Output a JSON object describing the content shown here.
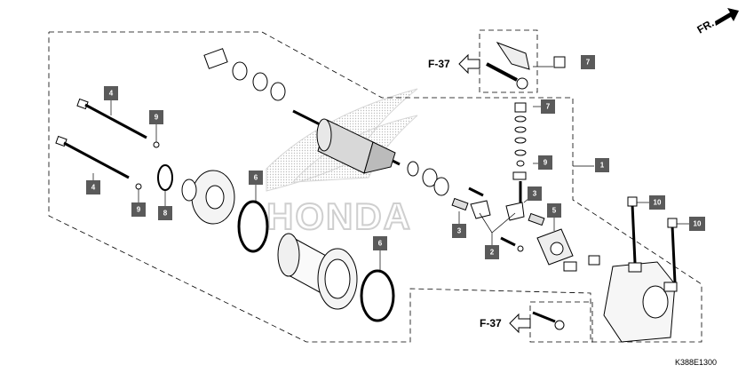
{
  "diagram": {
    "watermark": "HONDA",
    "direction_label": "FR.",
    "figure_code": "K388E1300",
    "refs": [
      {
        "id": "ref-top",
        "text": "F-37"
      },
      {
        "id": "ref-bottom",
        "text": "F-37"
      }
    ],
    "callouts": [
      {
        "id": "c1",
        "num": "1"
      },
      {
        "id": "c2",
        "num": "2"
      },
      {
        "id": "c3a",
        "num": "3"
      },
      {
        "id": "c3b",
        "num": "3"
      },
      {
        "id": "c4a",
        "num": "4"
      },
      {
        "id": "c4b",
        "num": "4"
      },
      {
        "id": "c5",
        "num": "5"
      },
      {
        "id": "c6a",
        "num": "6"
      },
      {
        "id": "c6b",
        "num": "6"
      },
      {
        "id": "c7a",
        "num": "7"
      },
      {
        "id": "c7b",
        "num": "7"
      },
      {
        "id": "c8",
        "num": "8"
      },
      {
        "id": "c9a",
        "num": "9"
      },
      {
        "id": "c9b",
        "num": "9"
      },
      {
        "id": "c9c",
        "num": "9"
      },
      {
        "id": "c10a",
        "num": "10"
      },
      {
        "id": "c10b",
        "num": "10"
      }
    ],
    "colors": {
      "callout_box": "#5a5a5a",
      "line": "#000000",
      "dashed": "#000000",
      "watermark": "#cfcfcf"
    }
  }
}
